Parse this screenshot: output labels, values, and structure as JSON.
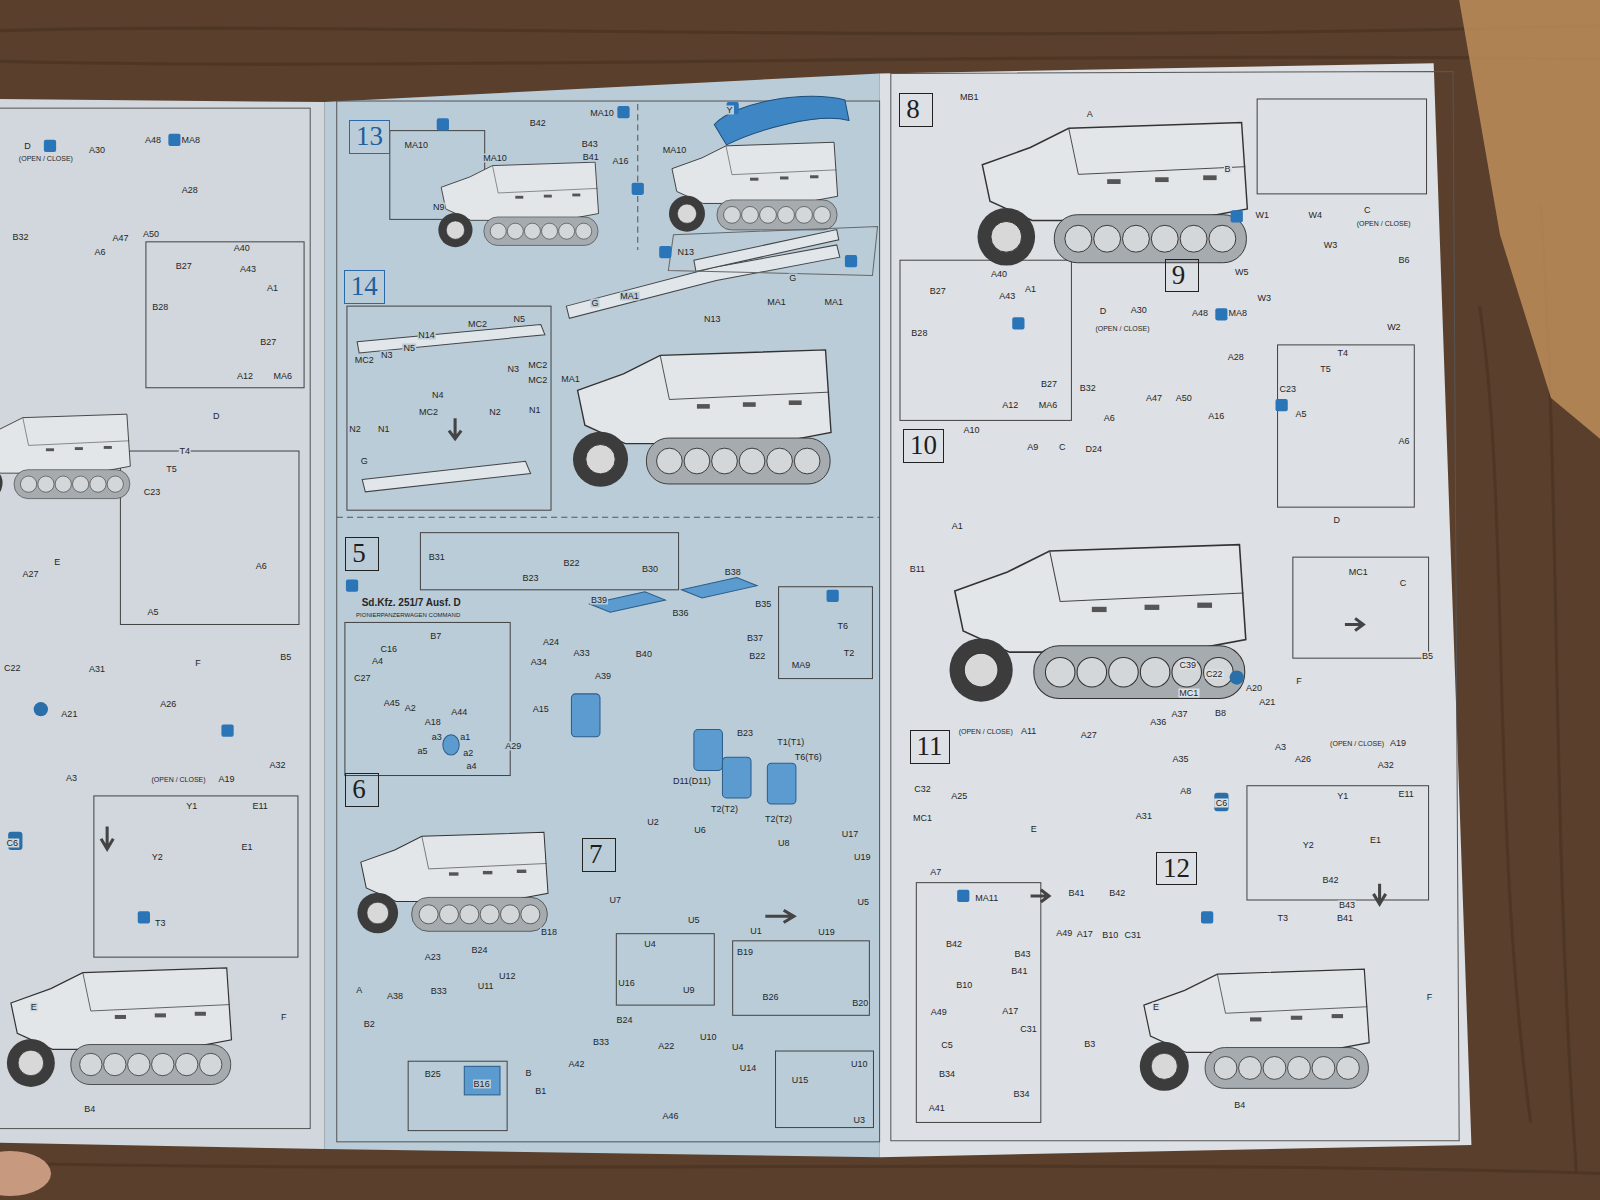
{
  "diagram": {
    "nodes": [
      {
        "text": [
          "13"
        ]
      },
      {
        "text": [
          "14"
        ]
      },
      {
        "text": [
          "5"
        ]
      },
      {
        "text": [
          "6"
        ]
      },
      {
        "text": [
          "7"
        ]
      },
      {
        "text": [
          "8"
        ]
      },
      {
        "text": [
          "9"
        ]
      },
      {
        "text": [
          "10"
        ]
      },
      {
        "text": [
          "11"
        ]
      },
      {
        "text": [
          "12"
        ]
      }
    ],
    "labels": [
      "D",
      "(OPEN / CLOSE)",
      "A48",
      "MA8",
      "A30",
      "A28",
      "B32",
      "A47",
      "A50",
      "A6",
      "A40",
      "A43",
      "A1",
      "B27",
      "B28",
      "B27",
      "A12",
      "MA6",
      "D",
      "T4",
      "T5",
      "C23",
      "A6",
      "A5",
      "E",
      "A27",
      "F",
      "B5",
      "A31",
      "C22",
      "A26",
      "A21",
      "A3",
      "(OPEN / CLOSE)",
      "A19",
      "A32",
      "Y1",
      "Y2",
      "E11",
      "E1",
      "C6",
      "T3",
      "E",
      "F",
      "B4",
      "MA10",
      "N9",
      "B42",
      "MA10",
      "MA10",
      "B43",
      "B41",
      "A16",
      "MA10",
      "Y",
      "N13",
      "G",
      "G",
      "MA1",
      "MA1",
      "MA1",
      "N13",
      "MA1",
      "N14",
      "MC2",
      "N5",
      "N5",
      "MC2",
      "N3",
      "N4",
      "N3",
      "MC2",
      "MC2",
      "N2",
      "N1",
      "N2",
      "N1",
      "MC2",
      "G",
      "Sd.Kfz. 251/7 Ausf. D",
      "PIONIERPANZERWAGEN COMMAND",
      "B31",
      "B23",
      "B22",
      "B30",
      "B38",
      "B39",
      "B35",
      "B36",
      "B37",
      "B40",
      "B22",
      "A24",
      "A33",
      "A34",
      "A39",
      "A15",
      "A29",
      "B23",
      "T1(T1)",
      "T6(T6)",
      "D11(D11)",
      "T2(T2)",
      "T2(T2)",
      "T6",
      "T2",
      "MA9",
      "C16",
      "B7",
      "A4",
      "C27",
      "A45",
      "A2",
      "A44",
      "A18",
      "a3",
      "a1",
      "a5",
      "a2",
      "a4",
      "U2",
      "U6",
      "U8",
      "U17",
      "U19",
      "U7",
      "U5",
      "U1",
      "U5",
      "U19",
      "B18",
      "A23",
      "B24",
      "U11",
      "U12",
      "A38",
      "B33",
      "A",
      "B2",
      "U4",
      "U16",
      "U9",
      "B19",
      "B26",
      "B20",
      "B24",
      "A22",
      "U4",
      "U10",
      "U14",
      "B33",
      "U15",
      "U10",
      "U3",
      "A42",
      "B1",
      "A46",
      "B25",
      "B16",
      "B",
      "MB1",
      "A",
      "B",
      "C",
      "(OPEN / CLOSE)",
      "W1",
      "W4",
      "W3",
      "B6",
      "W5",
      "W3",
      "W2",
      "A40",
      "A43",
      "A1",
      "B27",
      "B28",
      "B27",
      "A12",
      "MA6",
      "D",
      "(OPEN / CLOSE)",
      "A30",
      "A48",
      "MA8",
      "A28",
      "B32",
      "A47",
      "A50",
      "A6",
      "A16",
      "T4",
      "T5",
      "C23",
      "A5",
      "A6",
      "A10",
      "A9",
      "C",
      "D24",
      "A1",
      "B11",
      "D",
      "MC1",
      "C",
      "B5",
      "C39",
      "C22",
      "A20",
      "A21",
      "MC1",
      "A36",
      "A37",
      "B8",
      "F",
      "A35",
      "A3",
      "A26",
      "(OPEN / CLOSE)",
      "A19",
      "A8",
      "C6",
      "A32",
      "A31",
      "(OPEN / CLOSE)",
      "A11",
      "A27",
      "C32",
      "MC1",
      "A25",
      "E",
      "A7",
      "Y1",
      "Y2",
      "E11",
      "E1",
      "MA11",
      "B41",
      "B42",
      "B42",
      "A49",
      "A17",
      "B10",
      "C31",
      "B42",
      "B43",
      "B41",
      "B10",
      "A17",
      "A49",
      "C31",
      "C5",
      "B34",
      "B34",
      "A41",
      "T3",
      "B43",
      "B41",
      "E",
      "F",
      "B3",
      "B4"
    ]
  }
}
